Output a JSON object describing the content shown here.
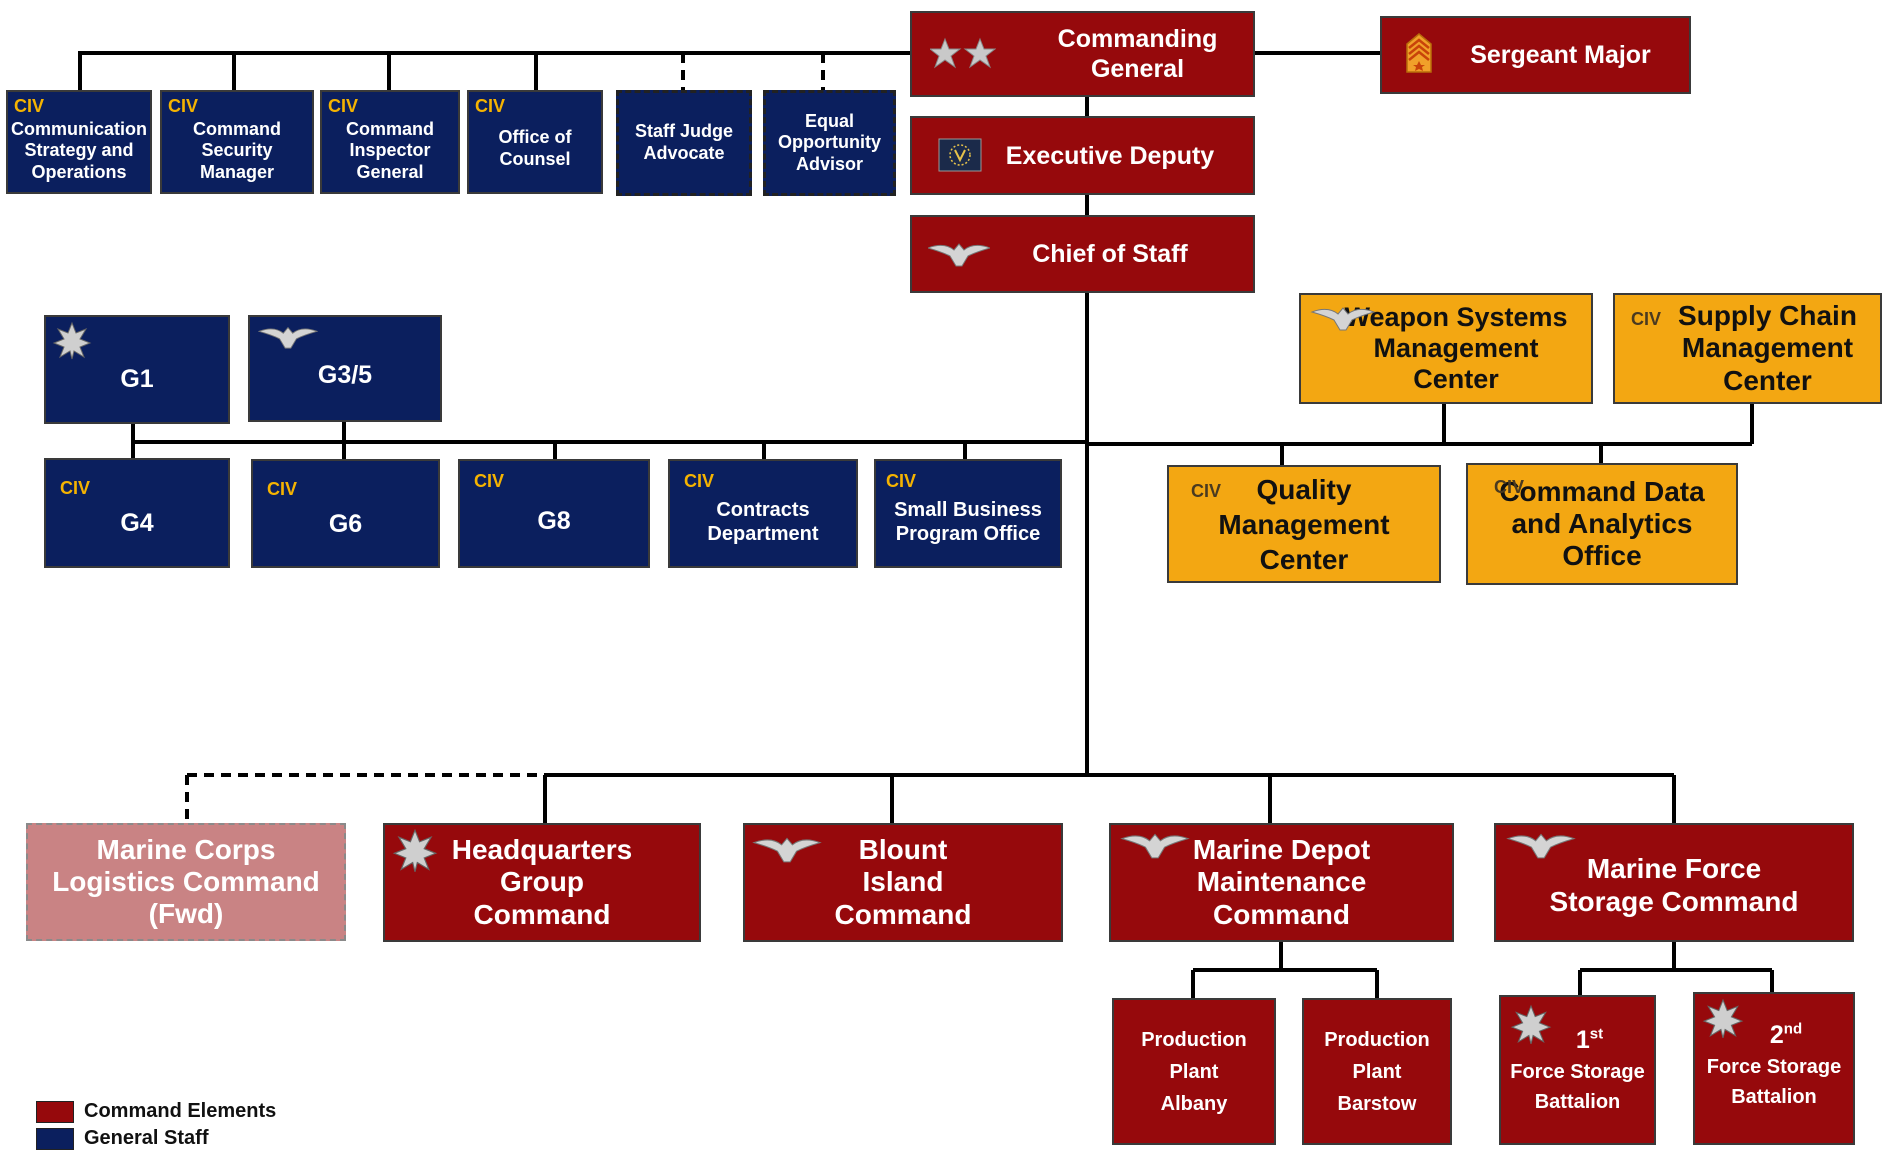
{
  "civ_label": "CIV",
  "colors": {
    "command": "#96090c",
    "staff": "#0b1f5e",
    "orange": "#f3a712",
    "fwd": "#c98384",
    "civ_text": "#f5b301"
  },
  "top": {
    "commanding_general": "Commanding General",
    "sergeant_major": "Sergeant Major",
    "executive_deputy": "Executive Deputy",
    "chief_of_staff": "Chief of Staff"
  },
  "special_staff": [
    {
      "label": "Communication Strategy and Operations",
      "civ": true
    },
    {
      "label": "Command Security Manager",
      "civ": true
    },
    {
      "label": "Command Inspector General",
      "civ": true
    },
    {
      "label": "Office of Counsel",
      "civ": true
    },
    {
      "label": "Staff Judge Advocate",
      "civ": false
    },
    {
      "label": "Equal Opportunity Advisor",
      "civ": false
    }
  ],
  "general_staff": {
    "g1": "G1",
    "g35": "G3/5",
    "g4": "G4",
    "g6": "G6",
    "g8": "G8",
    "contracts": "Contracts Department",
    "small_business": "Small Business Program Office"
  },
  "centers": {
    "weapon_systems": "Weapon Systems Management Center",
    "supply_chain": "Supply Chain Management Center",
    "quality": "Quality Management Center",
    "data_analytics": "Command Data and Analytics Office"
  },
  "subordinate_commands": {
    "fwd": "Marine Corps Logistics Command (Fwd)",
    "hq_group": "Headquarters Group Command",
    "blount_island": "Blount Island Command",
    "depot_maintenance": "Marine Depot Maintenance Command",
    "force_storage": "Marine Force Storage Command"
  },
  "plants": {
    "albany": "Production Plant Albany",
    "barstow": "Production Plant Barstow"
  },
  "battalions": {
    "first_ord": "1",
    "first_suffix": "st",
    "second_ord": "2",
    "second_suffix": "nd",
    "name": "Force Storage Battalion"
  },
  "legend": {
    "command_elements": "Command Elements",
    "general_staff": "General Staff"
  }
}
